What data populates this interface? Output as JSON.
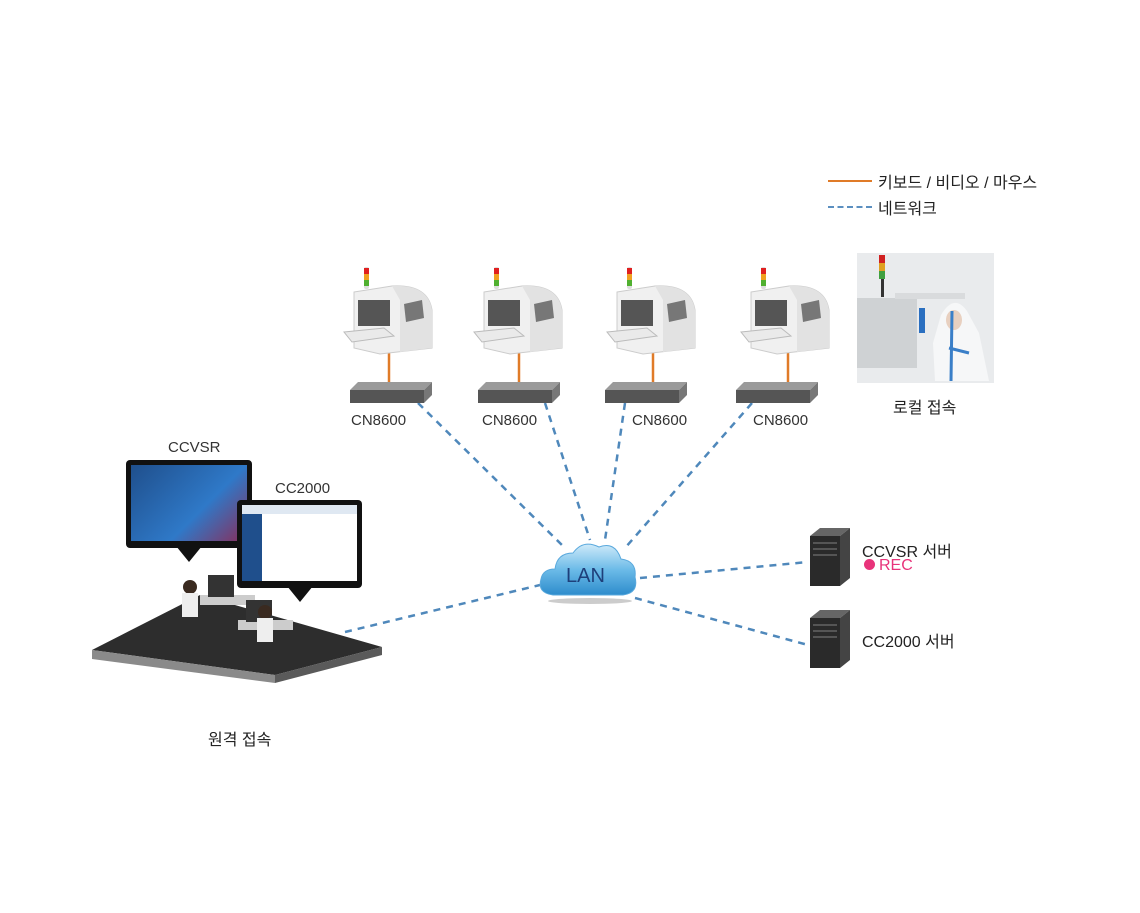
{
  "legend": {
    "items": [
      {
        "label": "키보드 / 비디오 / 마우스",
        "style": "solid",
        "color": "#e07b28"
      },
      {
        "label": "네트워크",
        "style": "dashed",
        "color": "#5b8fc0"
      }
    ]
  },
  "machines": [
    {
      "switch_label": "CN8600"
    },
    {
      "switch_label": "CN8600"
    },
    {
      "switch_label": "CN8600"
    },
    {
      "switch_label": "CN8600"
    }
  ],
  "local_access": {
    "label": "로컬 접속"
  },
  "cloud": {
    "label": "LAN"
  },
  "servers": [
    {
      "label": "CCVSR 서버",
      "status": "REC",
      "status_color": "#e8337a"
    },
    {
      "label": "CC2000 서버"
    }
  ],
  "remote": {
    "label": "원격 접속",
    "monitors": [
      {
        "label": "CCVSR"
      },
      {
        "label": "CC2000"
      }
    ]
  },
  "colors": {
    "kvm_line": "#e07b28",
    "network_line": "#5b8fc0",
    "cloud": "#4aa3db"
  }
}
